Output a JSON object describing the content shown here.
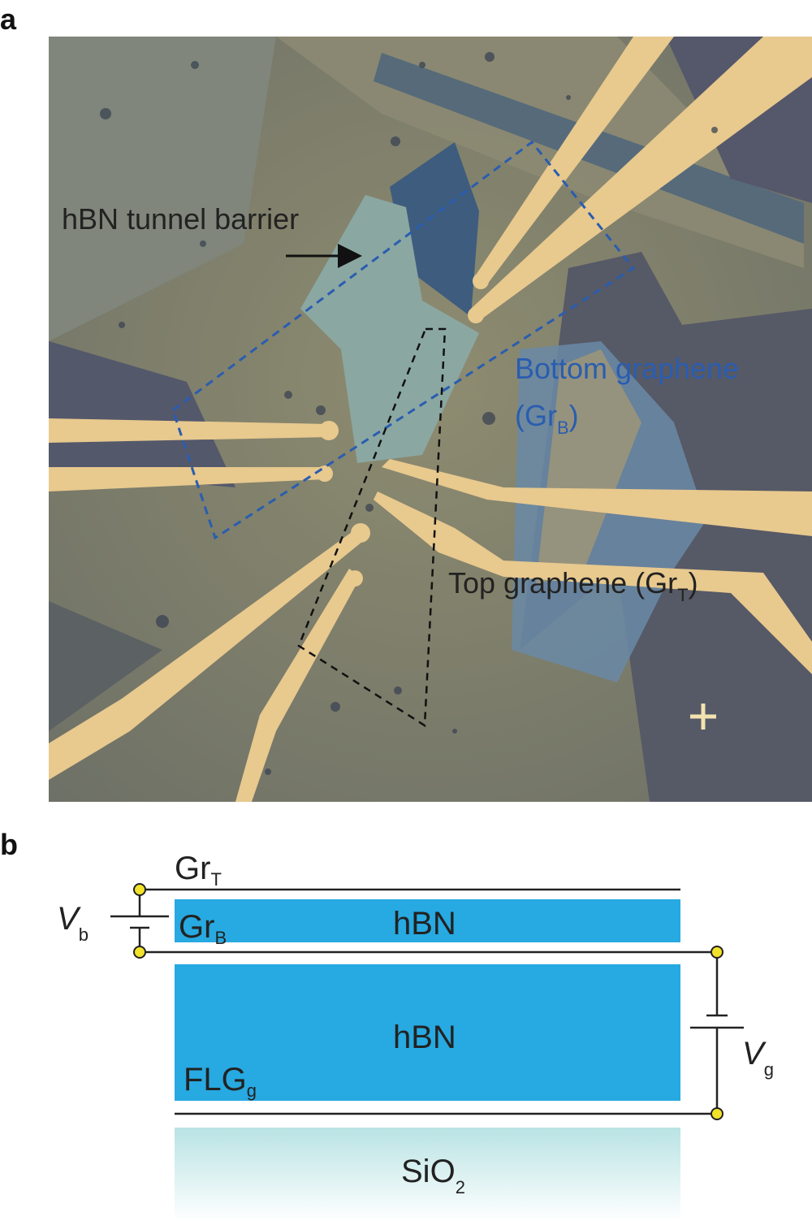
{
  "panel_a": {
    "label": "a",
    "annotations": {
      "hbn_barrier": "hBN tunnel barrier",
      "bottom_graphene": "Bottom graphene",
      "bottom_graphene_abbr": "(Gr",
      "bottom_graphene_sub": "B",
      "bottom_graphene_close": ")",
      "top_graphene": "Top graphene (Gr",
      "top_graphene_sub": "T",
      "top_graphene_close": ")"
    },
    "colors": {
      "bottom_graphene_outline": "#2a5db0",
      "top_graphene_outline": "#111111",
      "gold_contacts": "#e8c98e"
    }
  },
  "panel_b": {
    "label": "b",
    "layers": {
      "gr_top": "Gr",
      "gr_top_sub": "T",
      "gr_bottom": "Gr",
      "gr_bottom_sub": "B",
      "hbn_top": "hBN",
      "hbn_bottom": "hBN",
      "flg": "FLG",
      "flg_sub": "g",
      "sio2": "SiO",
      "sio2_sub": "2"
    },
    "voltages": {
      "vb": "V",
      "vb_sub": "b",
      "vg": "V",
      "vg_sub": "g"
    },
    "colors": {
      "hbn": "#27a9e1",
      "terminal": "#f2e32a",
      "sio2_top": "#b9e3e4"
    }
  }
}
